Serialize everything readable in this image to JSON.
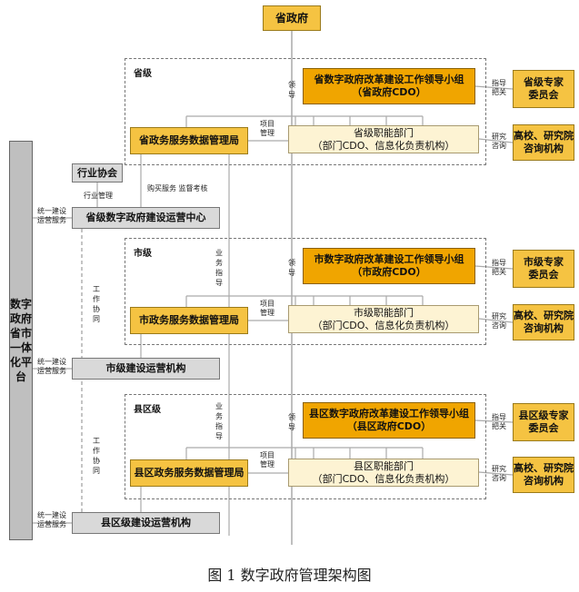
{
  "top": {
    "label": "省政府"
  },
  "platform": {
    "label": "数字政府省市一体化平台"
  },
  "industry": {
    "label": "行业协会",
    "manage_label": "行业管理"
  },
  "buy_label": "购买服务 监督考核",
  "levels": [
    {
      "section": "省级",
      "leader": {
        "line1": "省数字政府改革建设工作领导小组",
        "line2": "（省政府CDO）"
      },
      "dept": {
        "line1": "省级职能部门",
        "line2": "（部门CDO、信息化负责机构）"
      },
      "bureau": "省政务服务数据管理局",
      "expert": {
        "line1": "省级专家",
        "line2": "委员会"
      },
      "univ": {
        "line1": "高校、研究院",
        "line2": "咨询机构"
      },
      "ops": "省级数字政府建设运营中心",
      "ops_label": {
        "line1": "统一建设",
        "line2": "运营服务"
      },
      "lead_label": "领导",
      "guide_label": {
        "line1": "指导",
        "line2": "把关"
      },
      "research_label": {
        "line1": "研究",
        "line2": "咨询"
      },
      "project_label": {
        "line1": "项目",
        "line2": "管理"
      },
      "biz_label": "",
      "coop_label": ""
    },
    {
      "section": "市级",
      "leader": {
        "line1": "市数字政府改革建设工作领导小组",
        "line2": "（市政府CDO）"
      },
      "dept": {
        "line1": "市级职能部门",
        "line2": "（部门CDO、信息化负责机构）"
      },
      "bureau": "市政务服务数据管理局",
      "expert": {
        "line1": "市级专家",
        "line2": "委员会"
      },
      "univ": {
        "line1": "高校、研究院",
        "line2": "咨询机构"
      },
      "ops": "市级建设运营机构",
      "ops_label": {
        "line1": "统一建设",
        "line2": "运营服务"
      },
      "lead_label": "领导",
      "guide_label": {
        "line1": "指导",
        "line2": "把关"
      },
      "research_label": {
        "line1": "研究",
        "line2": "咨询"
      },
      "project_label": {
        "line1": "项目",
        "line2": "管理"
      },
      "biz_label": "业务指导",
      "coop_label": "工作协同"
    },
    {
      "section": "县区级",
      "leader": {
        "line1": "县区数字政府改革建设工作领导小组",
        "line2": "（县区政府CDO）"
      },
      "dept": {
        "line1": "县区职能部门",
        "line2": "（部门CDO、信息化负责机构）"
      },
      "bureau": "县区政务服务数据管理局",
      "expert": {
        "line1": "县区级专家",
        "line2": "委员会"
      },
      "univ": {
        "line1": "高校、研究院",
        "line2": "咨询机构"
      },
      "ops": "县区级建设运营机构",
      "ops_label": {
        "line1": "统一建设",
        "line2": "运营服务"
      },
      "lead_label": "领导",
      "guide_label": {
        "line1": "指导",
        "line2": "把关"
      },
      "research_label": {
        "line1": "研究",
        "line2": "咨询"
      },
      "project_label": {
        "line1": "项目",
        "line2": "管理"
      },
      "biz_label": "业务指导",
      "coop_label": "工作协同"
    }
  ],
  "caption": "图 1  数字政府管理架构图"
}
